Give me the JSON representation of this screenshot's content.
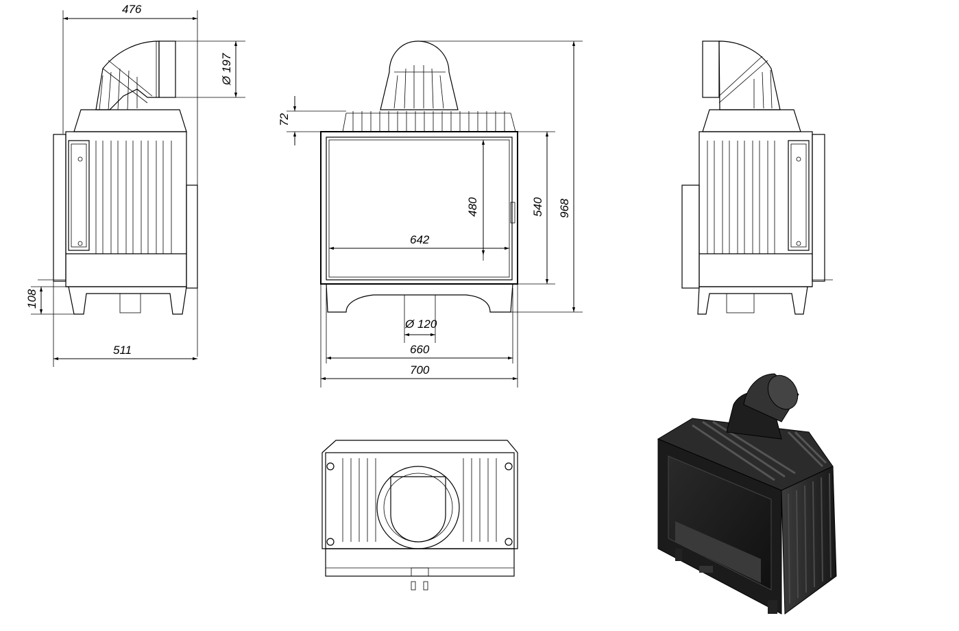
{
  "drawing": {
    "type": "technical drawing of fireplace insert",
    "views": [
      "side-view-left",
      "front-view",
      "side-view-right",
      "top-view",
      "iso-render"
    ]
  },
  "dimensions": {
    "left_top_width": "476",
    "left_flue_dia": "Ø 197",
    "left_leg_height": "108",
    "left_bottom_width": "511",
    "front_top_gap": "72",
    "front_glass_height": "480",
    "front_door_height": "540",
    "front_total_height": "968",
    "front_glass_width": "642",
    "front_bottom_dia": "Ø 120",
    "front_inner_width": "660",
    "front_total_width": "700"
  },
  "colors": {
    "line": "#000000",
    "background": "#ffffff",
    "render_dark": "#1b1b1b",
    "render_mid": "#3a3a3a"
  }
}
